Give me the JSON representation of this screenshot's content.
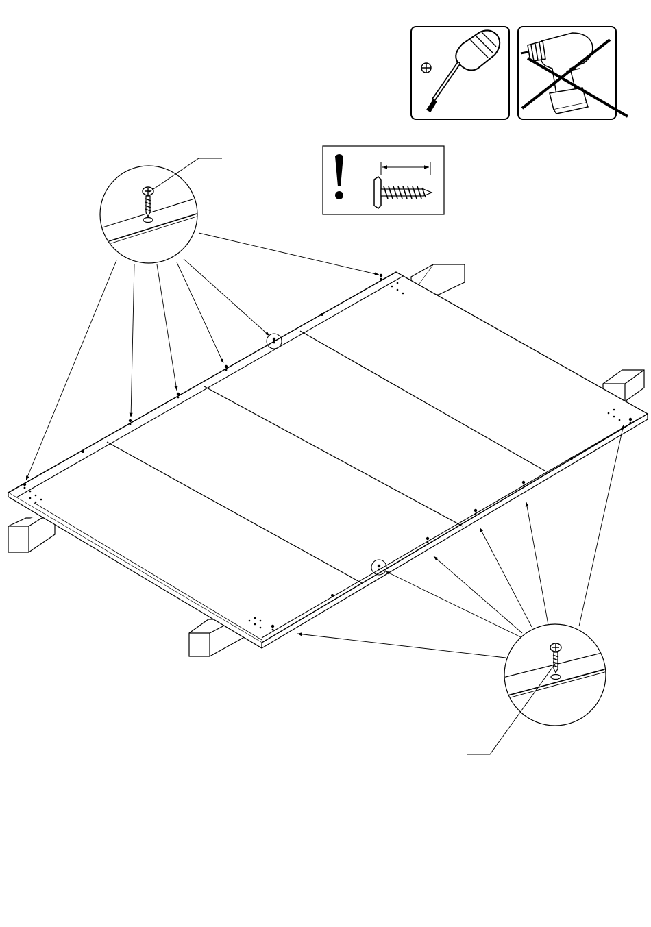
{
  "page": {
    "background": "#ffffff",
    "ink": "#000000"
  },
  "tools": {
    "allowed": {
      "icon": "phillips-screwdriver-icon",
      "label": "⊕"
    },
    "forbidden": {
      "icon": "power-drill-icon",
      "mark": "cross-out"
    }
  },
  "notice": {
    "icon": "exclamation-icon",
    "part": "wood-screw-icon",
    "dimension_text": ""
  },
  "assembly": {
    "panel": "back-panel",
    "panel_sections": 4,
    "rail_screws_per_side": 8,
    "supports": 4
  },
  "details": [
    {
      "name": "detail-top-left",
      "icon": "screw-in-hole-icon"
    },
    {
      "name": "detail-bottom-right",
      "icon": "screw-in-hole-icon"
    }
  ]
}
